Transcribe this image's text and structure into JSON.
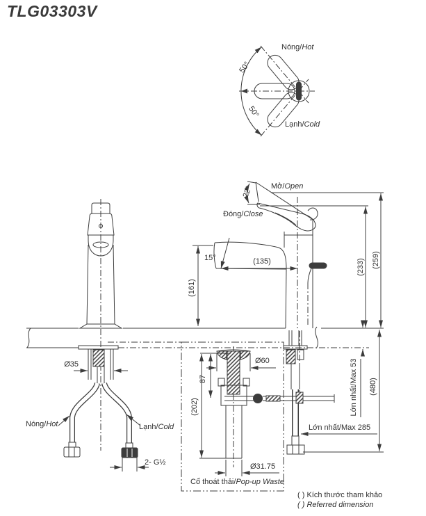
{
  "title": "TLG03303V",
  "rotation_diagram": {
    "hot_vi": "Nóng/",
    "hot_en": "Hot",
    "cold_vi": "Lạnh/",
    "cold_en": "Cold",
    "angle_upper": "50°",
    "angle_lower": "50°"
  },
  "operation": {
    "open_vi": "Mở/",
    "open_en": "Open",
    "close_vi": "Đóng/",
    "close_en": "Close",
    "angle": "22°",
    "stream_angle": "15°"
  },
  "dimensions": {
    "spout_reach": "(135)",
    "spout_height": "(161)",
    "height_closed": "(233)",
    "height_open": "(259)",
    "total_depth": "(480)",
    "base_dia": "Ø35",
    "flange_dia": "Ø60",
    "flange_depth": "87",
    "waste_length": "(202)",
    "waste_pipe_dia": "Ø31.75",
    "max_deck": "Lớn nhất/Max 53",
    "max_rod": "Lớn nhất/Max 285",
    "thread": "2- G½"
  },
  "supply": {
    "hot_vi": "Nóng/",
    "hot_en": "Hot",
    "cold_vi": "Lạnh/",
    "cold_en": "Cold"
  },
  "popup": {
    "label_vi": "Cổ thoát thải/",
    "label_en": "Pop-up Waste"
  },
  "notes": {
    "vi": "( ) Kích thước tham khảo",
    "en": "( ) Referred dimension"
  },
  "colors": {
    "line": "#3c3c3c",
    "text": "#2f2f2f",
    "background": "#ffffff"
  }
}
